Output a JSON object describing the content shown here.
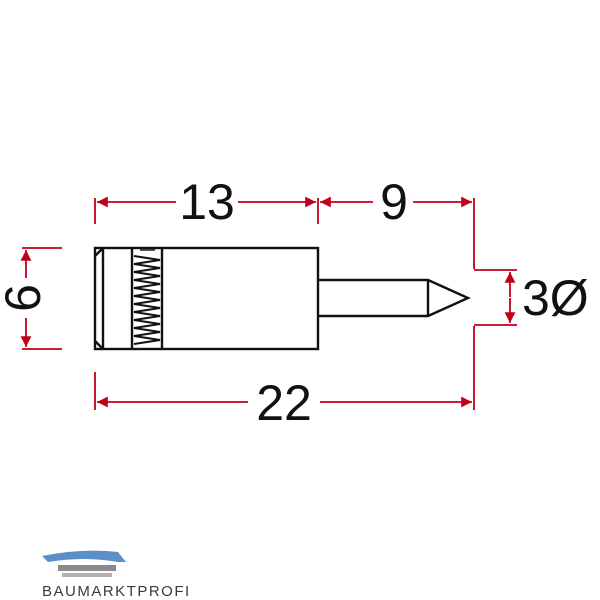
{
  "dimensions": {
    "head_length": "13",
    "tip_length": "9",
    "total_length": "22",
    "head_diameter": "6",
    "tip_diameter": "3Ø"
  },
  "logo": {
    "brand": "BAUMARKTPROFI"
  },
  "colors": {
    "dimension_line": "#c00018",
    "part_outline": "#111111",
    "logo_blue": "#5a8fc8",
    "logo_grey": "#8a8a8a"
  }
}
